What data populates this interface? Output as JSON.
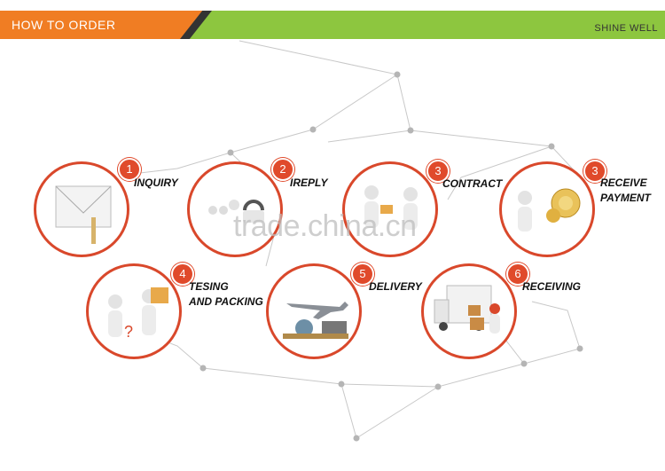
{
  "header": {
    "title": "HOW TO ORDER",
    "brand": "SHINE WELL"
  },
  "steps": [
    {
      "number": "1",
      "label": "INQUIRY",
      "icon": "envelope-icon"
    },
    {
      "number": "2",
      "label": "IREPLY",
      "icon": "telephone-icon"
    },
    {
      "number": "3",
      "label": "CONTRACT",
      "icon": "handshake-icon"
    },
    {
      "number": "3",
      "label": "RECEIVE PAYMENT",
      "label_line1": "RECEIVE",
      "label_line2": "PAYMENT",
      "icon": "coins-icon"
    },
    {
      "number": "4",
      "label": "TESING AND PACKING",
      "label_line1": "TESING",
      "label_line2": "AND PACKING",
      "icon": "inspection-icon"
    },
    {
      "number": "5",
      "label": "DELIVERY",
      "icon": "airplane-icon"
    },
    {
      "number": "6",
      "label": "RECEIVING",
      "icon": "truck-icon"
    }
  ],
  "watermark": "trade.china.cn",
  "colors": {
    "orange": "#f07d23",
    "green": "#8dc63f",
    "red": "#d9482b",
    "dark": "#333333"
  }
}
